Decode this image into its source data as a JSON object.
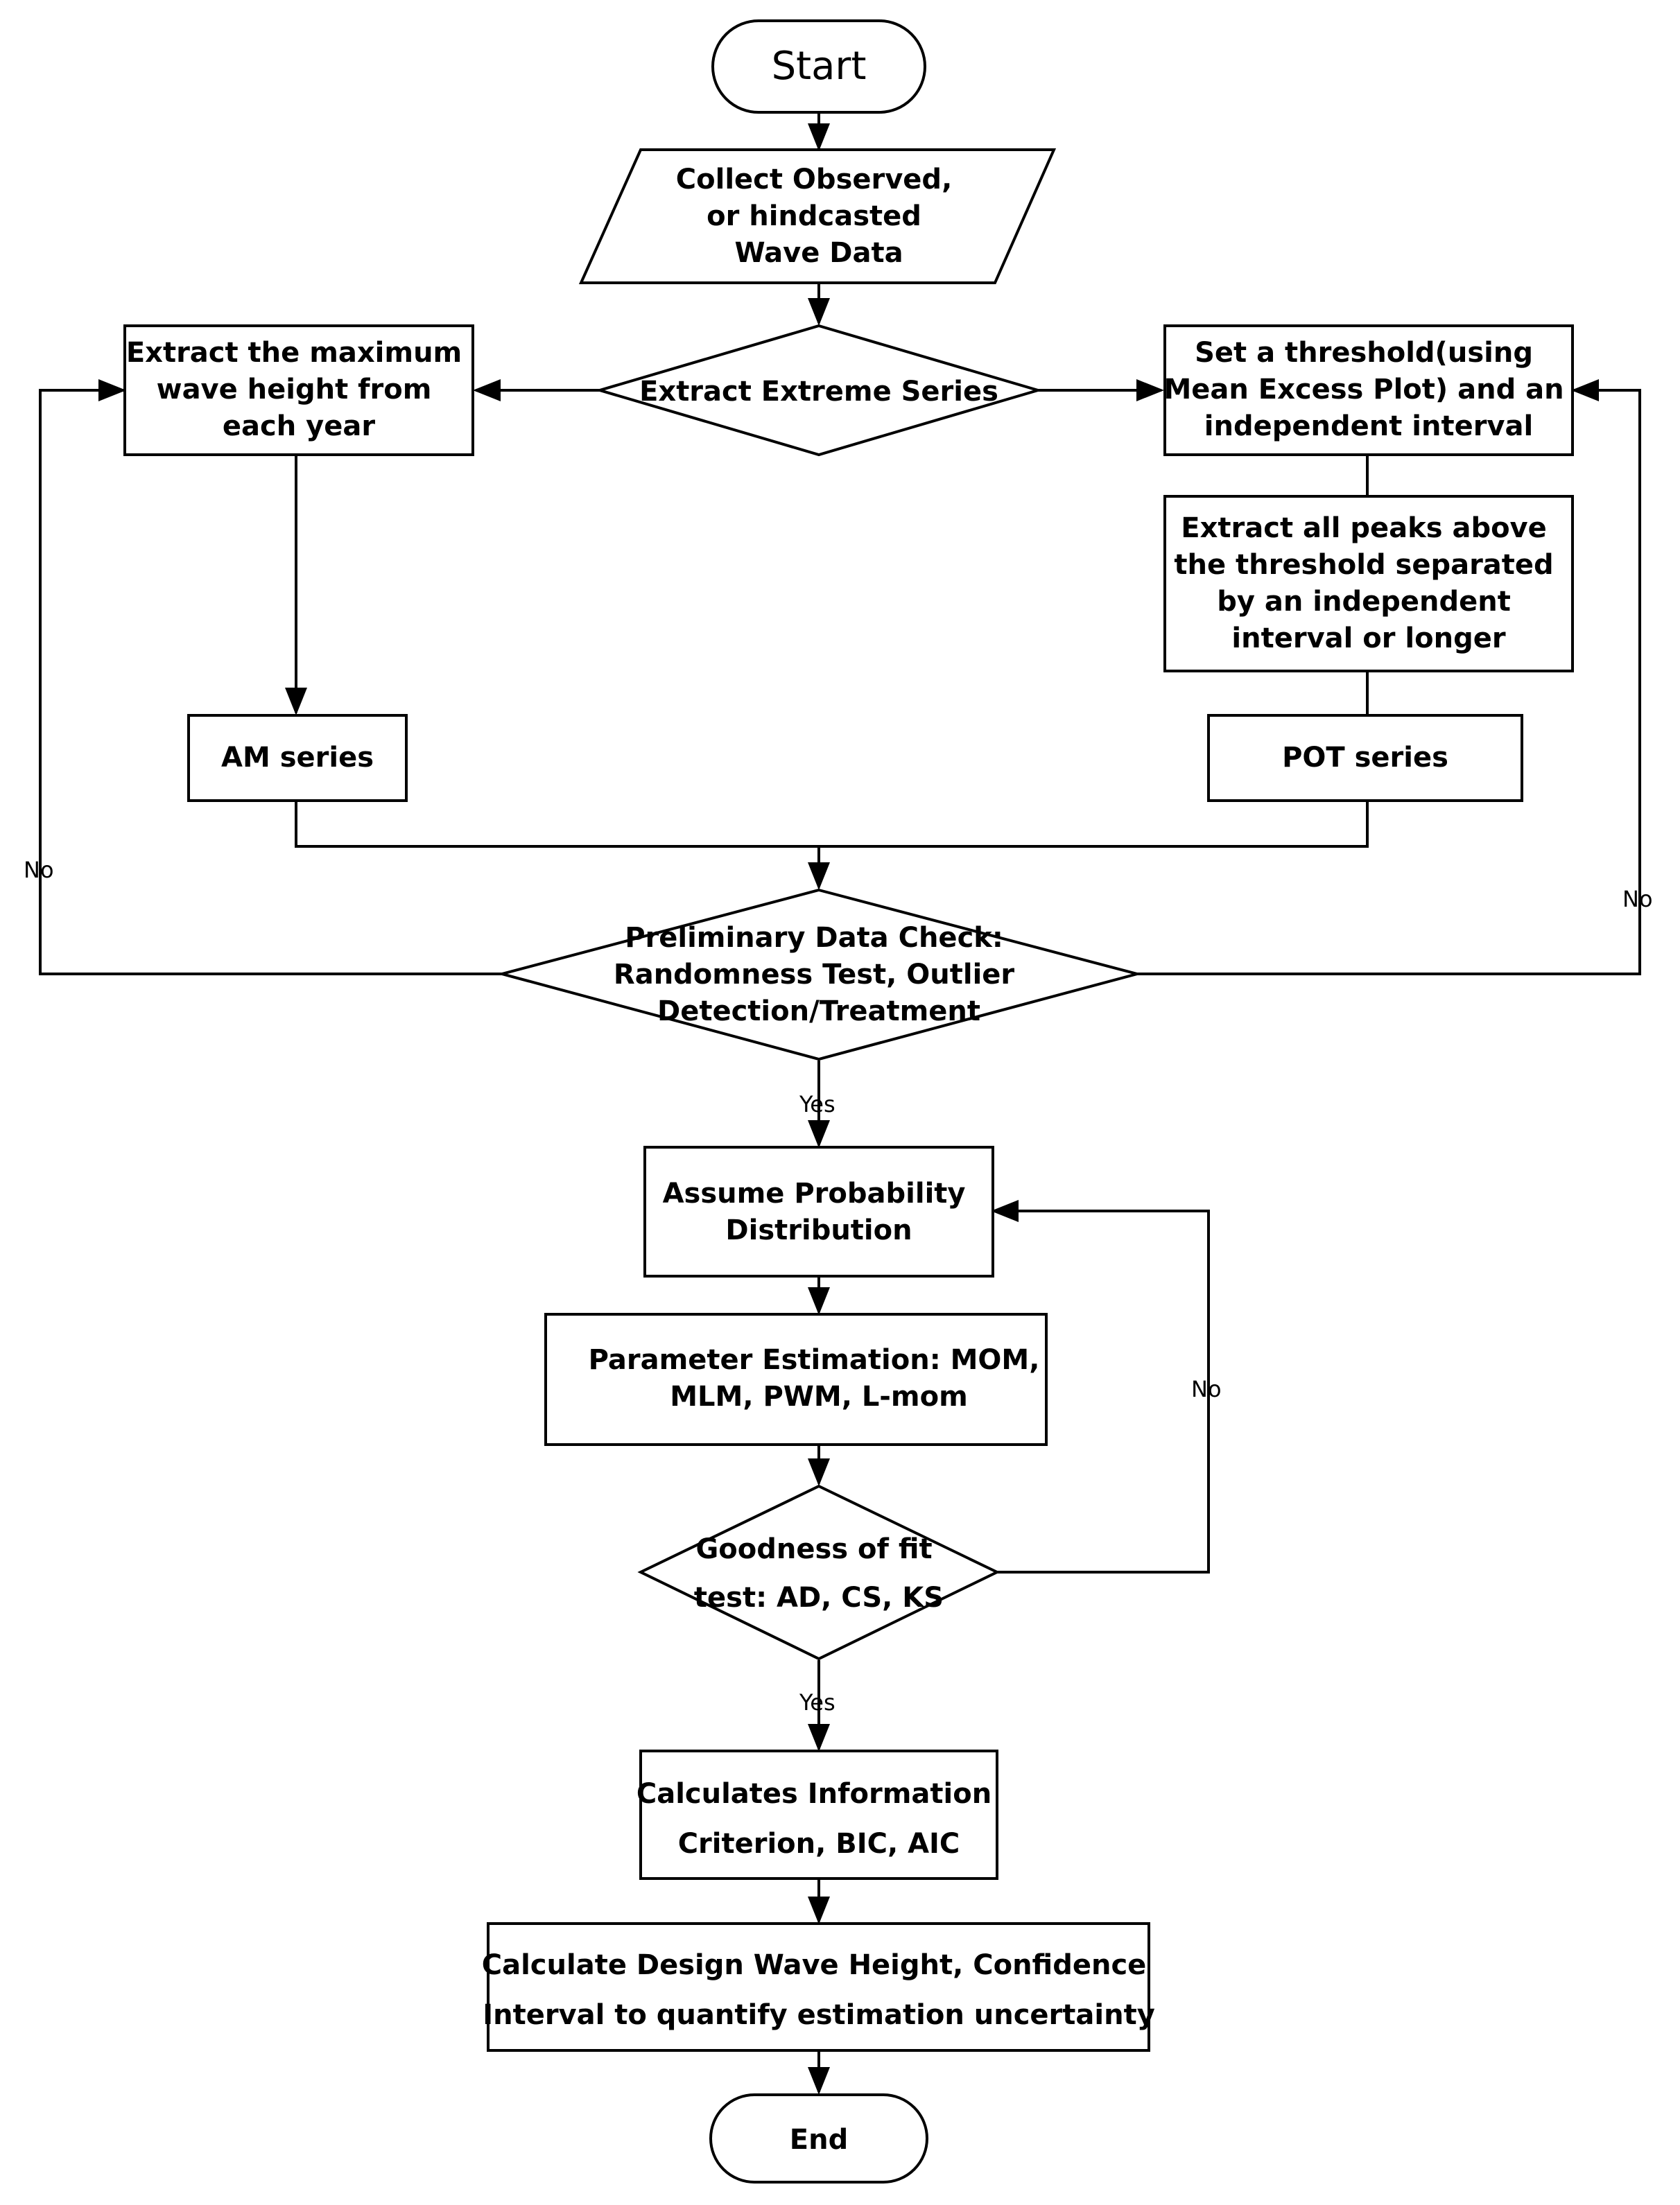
{
  "nodes": {
    "start": "Start",
    "collect": [
      "Collect Observed,",
      "or hindcasted",
      "Wave Data"
    ],
    "extract_series": "Extract Extreme Series",
    "extract_max": [
      "Extract the maximum",
      "wave height from",
      "each year"
    ],
    "set_threshold": [
      "Set a threshold(using",
      "Mean Excess Plot) and an",
      "independent interval"
    ],
    "extract_peaks": [
      "Extract all peaks above",
      "the threshold  separated",
      "by an independent",
      "interval or longer"
    ],
    "am_series": "AM series",
    "pot_series": "POT series",
    "prelim_check": [
      "Preliminary Data Check:",
      "Randomness Test, Outlier",
      "Detection/Treatment"
    ],
    "assume_dist": [
      "Assume Probability",
      "Distribution"
    ],
    "param_est": [
      "Parameter Estimation: MOM,",
      "MLM, PWM, L-mom"
    ],
    "goodness": [
      "Goodness of fit",
      "test: AD, CS, KS"
    ],
    "info_criterion": [
      "Calculates Information",
      "Criterion, BIC, AIC"
    ],
    "design_wave": [
      "Calculate Design Wave Height, Confidence",
      "Interval to quantify estimation uncertainty"
    ],
    "end": "End"
  },
  "labels": {
    "no_left": "No",
    "no_right": "No",
    "yes_prelim": "Yes",
    "no_goodness": "No",
    "yes_goodness": "Yes"
  }
}
